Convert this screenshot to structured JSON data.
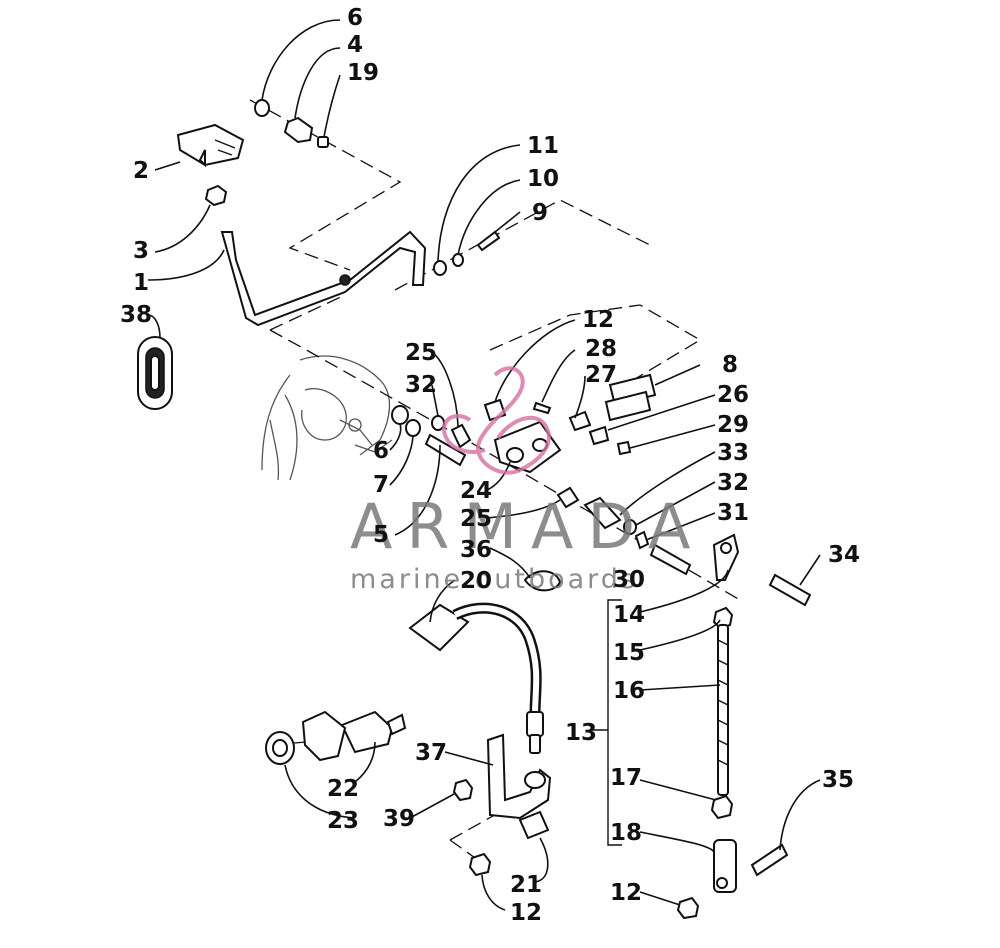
{
  "watermark": {
    "brand": "ARMADA",
    "tagline": "marine outboards",
    "logo_color": "#d46fa3"
  },
  "labels": {
    "l6a": "6",
    "l4": "4",
    "l19": "19",
    "l2": "2",
    "l3": "3",
    "l1": "1",
    "l38": "38",
    "l11": "11",
    "l10": "10",
    "l9": "9",
    "l12a": "12",
    "l28": "28",
    "l27": "27",
    "l8": "8",
    "l26": "26",
    "l29": "29",
    "l25a": "25",
    "l32a": "32",
    "l6b": "6",
    "l7": "7",
    "l5": "5",
    "l24": "24",
    "l25b": "25",
    "l33": "33",
    "l32b": "32",
    "l31": "31",
    "l36": "36",
    "l20": "20",
    "l30": "30",
    "l34": "34",
    "l14": "14",
    "l15": "15",
    "l16": "16",
    "l13": "13",
    "l17": "17",
    "l18": "18",
    "l35": "35",
    "l12b": "12",
    "l37": "37",
    "l39": "39",
    "l22": "22",
    "l23": "23",
    "l21": "21",
    "l12c": "12"
  }
}
